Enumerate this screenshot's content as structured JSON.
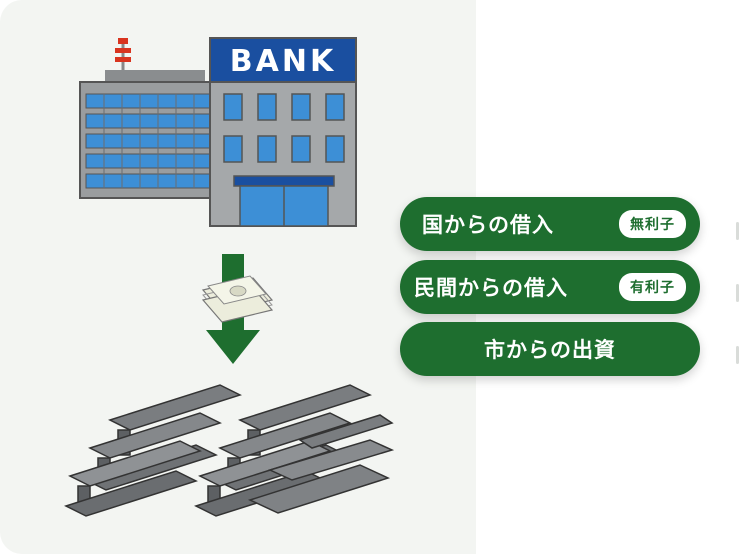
{
  "illustration": {
    "bank_sign": "BANK"
  },
  "funding_sources": [
    {
      "label": "国からの借入",
      "badge": "無利子"
    },
    {
      "label": "民間からの借入",
      "badge": "有利子"
    },
    {
      "label": "市からの出資"
    }
  ],
  "colors": {
    "pill_green": "#1e6e2f",
    "panel_bg": "#f3f5f2",
    "bank_sign_blue": "#1a4fa0"
  }
}
